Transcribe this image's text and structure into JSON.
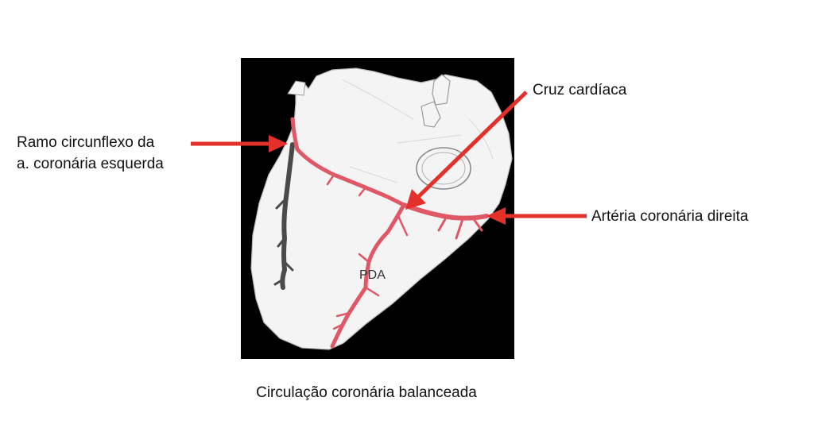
{
  "labels": {
    "circumflex_line1": "Ramo circunflexo da",
    "circumflex_line2": "a. coronária esquerda",
    "crux": "Cruz cardíaca",
    "right_coronary": "Artéria coronária direita",
    "pda": "PDA"
  },
  "caption": "Circulação coronária balanceada",
  "colors": {
    "arrow": "#e3302a",
    "artery": "#e05866",
    "background_panel": "#000000",
    "heart": "#f4f4f4"
  }
}
